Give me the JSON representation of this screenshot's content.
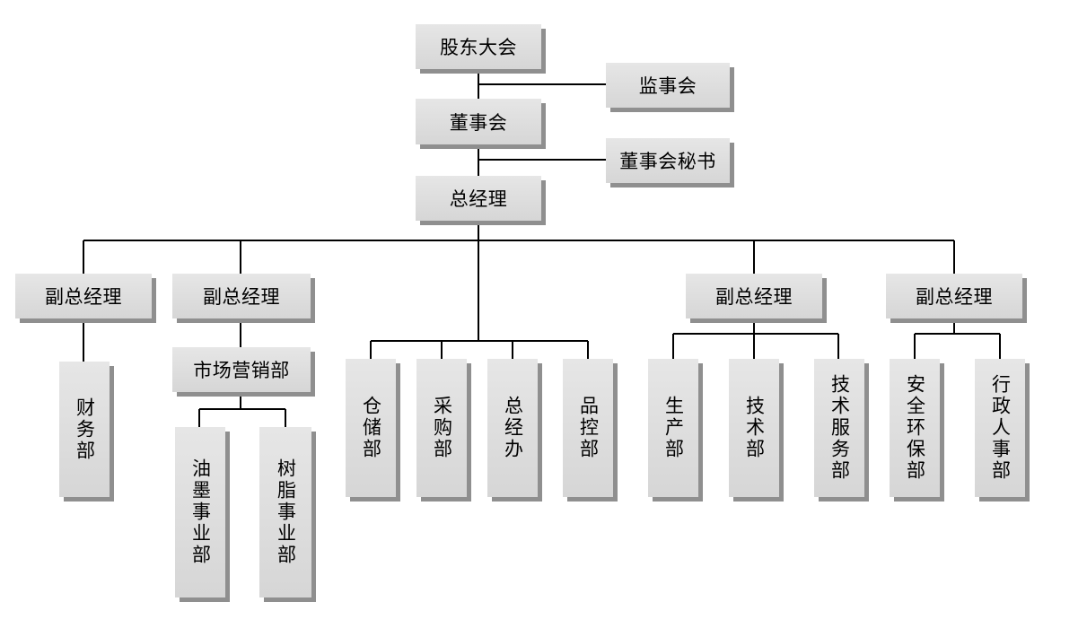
{
  "org": {
    "shareholders": "股东大会",
    "supervisors": "监事会",
    "board": "董事会",
    "board_secretary": "董事会秘书",
    "general_manager": "总经理",
    "vp1": "副总经理",
    "vp2": "副总经理",
    "vp3": "副总经理",
    "vp4": "副总经理",
    "finance": "财务部",
    "marketing": "市场营销部",
    "ink": "油墨事业部",
    "resin": "树脂事业部",
    "warehouse": "仓储部",
    "purchasing": "采购部",
    "gm_office": "总经办",
    "quality": "品控部",
    "production": "生产部",
    "technology": "技术部",
    "tech_service": "技术服务部",
    "safety_env": "安全环保部",
    "admin_hr": "行政人事部"
  }
}
